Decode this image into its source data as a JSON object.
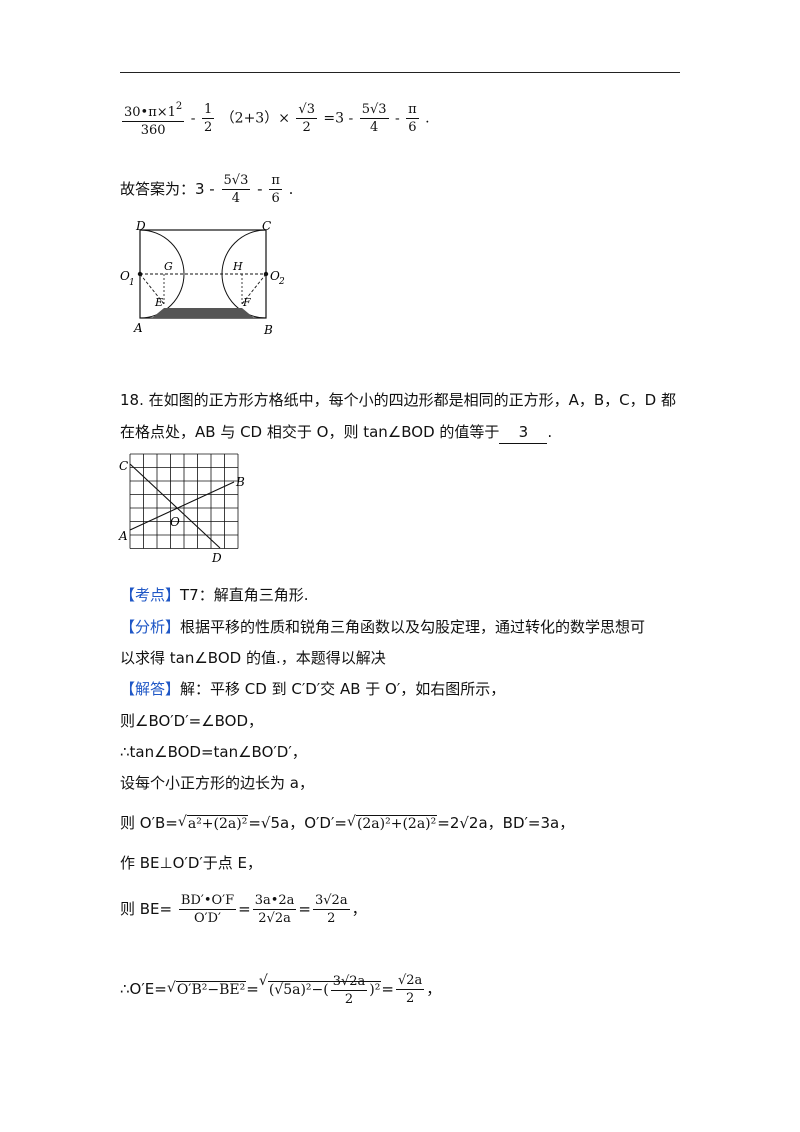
{
  "line1": {
    "frac1_num": "30•π×1",
    "frac1_sup": "2",
    "frac1_den": "360",
    "minus1": "-",
    "frac2_num": "1",
    "frac2_den": "2",
    "mid": "（2+3）×",
    "frac3_num": "√3",
    "frac3_den": "2",
    "eq": "=3 -",
    "frac4_num": "5√3",
    "frac4_den": "4",
    "minus2": "-",
    "frac5_num": "π",
    "frac5_den": "6",
    "end": "."
  },
  "answer17": {
    "prefix": "故答案为：3 -",
    "frac_a_num": "5√3",
    "frac_a_den": "4",
    "minus": "-",
    "frac_b_num": "π",
    "frac_b_den": "6",
    "end": "."
  },
  "figure17": {
    "labels": [
      "D",
      "C",
      "O",
      "1",
      "O",
      "2",
      "G",
      "H",
      "E",
      "F",
      "A",
      "B"
    ]
  },
  "q18": {
    "line1": "18. 在如图的正方形方格纸中，每个小的四边形都是相同的正方形，A，B，C，D 都",
    "line2_pre": "在格点处，AB 与 CD 相交于 O，则 tan∠BOD 的值等于",
    "answer": "3",
    "line2_post": "."
  },
  "figure18": {
    "labels": [
      "C",
      "B",
      "O",
      "A",
      "D"
    ]
  },
  "solution": {
    "kaodian_tag": "【考点】",
    "kaodian_text": "T7：解直角三角形.",
    "fenxi_tag": "【分析】",
    "fenxi_text": "根据平移的性质和锐角三角函数以及勾股定理，通过转化的数学思想可",
    "fenxi_text2": "以求得 tan∠BOD 的值.，本题得以解决",
    "jieda_tag": "【解答】",
    "jieda_text": "解：平移 CD 到 C′D′交 AB 于 O′，如右图所示，",
    "l1": "则∠BO′D′=∠BOD，",
    "l2": "∴tan∠BOD=tan∠BO′D′，",
    "l3": "设每个小正方形的边长为 a，",
    "l4_pre": "则 O′B=",
    "l4_r1": "a²+(2a)²",
    "l4_mid": "=√5a，O′D′=",
    "l4_r2": "(2a)²+(2a)²",
    "l4_mid2": "=2√2a，BD′=3a，",
    "l5": "作 BE⊥O′D′于点 E，",
    "l6_pre": "则 BE=",
    "l6_f1_num": "BD′•O′F",
    "l6_f1_den": "O′D′",
    "l6_eq": "=",
    "l6_f2_num": "3a•2a",
    "l6_f2_den": "2√2a",
    "l6_eq2": "=",
    "l6_f3_num": "3√2a",
    "l6_f3_den": "2",
    "l6_end": "，",
    "l7_pre": "∴O′E=",
    "l7_r1": "O′B²−BE²",
    "l7_eq": "=",
    "l7_r2a": "(√5a)²−(",
    "l7_r2_num": "3√2a",
    "l7_r2_den": "2",
    "l7_r2b": ")²",
    "l7_eq2": "=",
    "l7_f_num": "√2a",
    "l7_f_den": "2",
    "l7_end": "，"
  }
}
